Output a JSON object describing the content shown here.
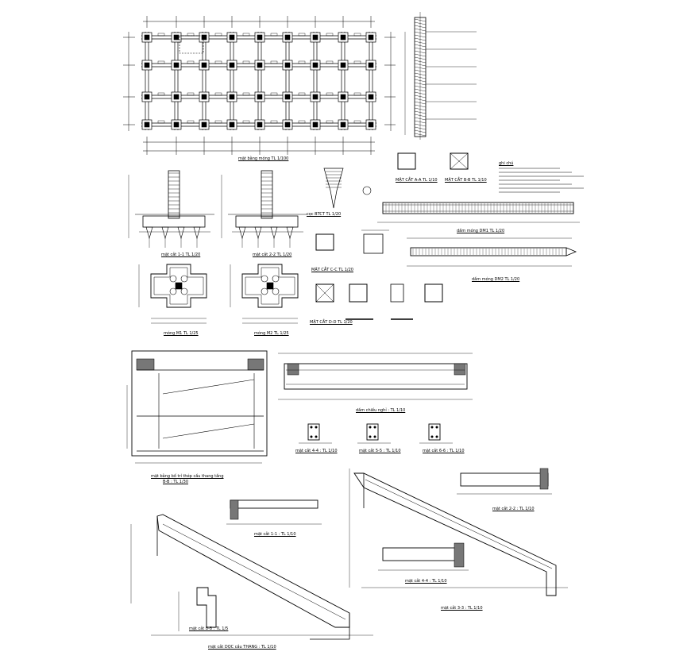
{
  "drawing": {
    "foundation_plan_caption": "mặt bằng móng TL 1/100",
    "wall_section_caption": "",
    "footing_section_1_caption": "mặt cắt 1-1 TL 1/20",
    "footing_section_2_caption": "mặt cắt 2-2 TL 1/20",
    "footing_plan_1_caption": "móng M1 TL 1/25",
    "footing_plan_2_caption": "móng M2 TL 1/25",
    "pile_caption": "cọc BTCT TL 1/20",
    "pile_section_aa_caption": "MẶT CẮT A-A TL 1/10",
    "pile_section_bb_caption": "MẶT CẮT B-B TL 1/10",
    "notes_title": "ghi chú",
    "beam_1_caption": "dầm móng DM1 TL 1/20",
    "beam_2_caption": "dầm móng DM2 TL 1/20",
    "column_caption_1": "MẶT CẮT C-C TL 1/20",
    "column_caption_2": "MẶT CẮT D-D TL 1/20",
    "stair_plan_caption": "mặt bằng bố trí thép cầu thang tầng",
    "stair_plan_scale": "B-B : TL 1/30",
    "landing_beam_caption": "dầm chiếu nghỉ : TL 1/10",
    "section_44_caption": "mặt cắt 4-4 : TL 1/10",
    "section_55_caption": "mặt cắt 5-5 : TL 1/10",
    "section_66_caption": "mặt cắt 6-6 : TL 1/10",
    "section_22_caption": "mặt cắt 2-2 : TL 1/10",
    "section_11_caption": "mặt cắt 1-1 : TL 1/10",
    "section_33_caption": "mặt cắt 3-3 : TL 1/10",
    "section_44b_caption": "mặt cắt 4-4 : TL 1/10",
    "section_88_caption": "mặt cắt 8-8 : TL 1/5",
    "stair_section_caption": "mặt cắt DỌC cầu THANG : TL 1/10"
  }
}
